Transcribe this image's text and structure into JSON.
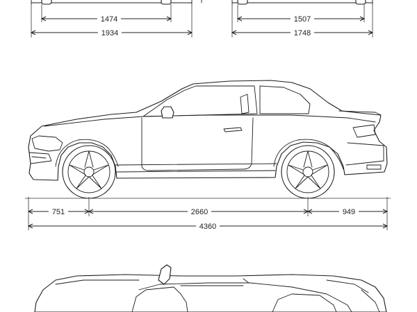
{
  "dimensions": {
    "front_track": "1474",
    "front_width": "1934",
    "rear_track": "1507",
    "rear_width": "1748",
    "front_overhang": "751",
    "wheelbase": "2660",
    "rear_overhang": "949",
    "overall_length": "4360"
  },
  "colors": {
    "line": "#1a1a1a",
    "background": "#ffffff"
  }
}
